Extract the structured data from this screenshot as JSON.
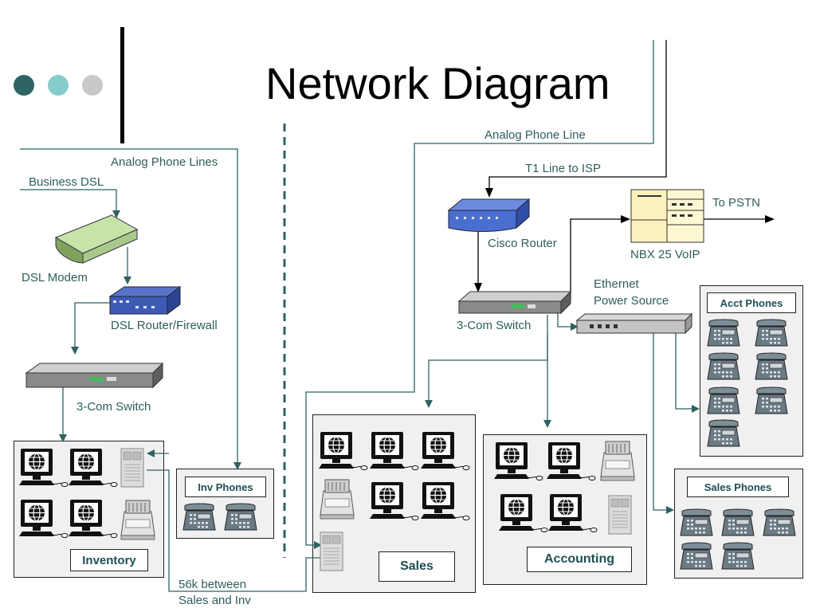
{
  "title": "Network Diagram",
  "colors": {
    "line": "#2f6262",
    "dot1": "#2e6464",
    "dot2": "#86cccc",
    "dot3": "#c9c9c9",
    "label": "#2f5d5d"
  },
  "labels": {
    "analog_phone_lines": "Analog Phone Lines",
    "business_dsl": "Business DSL",
    "dsl_modem": "DSL Modem",
    "dsl_router": "DSL Router/Firewall",
    "switch_left": "3-Com Switch",
    "analog_phone_line": "Analog Phone Line",
    "t1_line": "T1 Line to ISP",
    "to_pstn": "To PSTN",
    "cisco_router": "Cisco Router",
    "nbx": "NBX 25 VoIP",
    "ethernet_power_1": "Ethernet",
    "ethernet_power_2": "Power Source",
    "switch_right": "3-Com Switch",
    "link_56k_1": "56k between",
    "link_56k_2": "Sales and Inv"
  },
  "groups": {
    "inventory": "Inventory",
    "inv_phones": "Inv Phones",
    "sales": "Sales",
    "accounting": "Accounting",
    "acct_phones": "Acct Phones",
    "sales_phones": "Sales Phones"
  },
  "icons": [
    "computer-icon",
    "printer-icon",
    "server-icon",
    "phone-icon",
    "modem-icon",
    "router-icon",
    "switch-icon",
    "pbx-icon",
    "power-hub-icon"
  ]
}
